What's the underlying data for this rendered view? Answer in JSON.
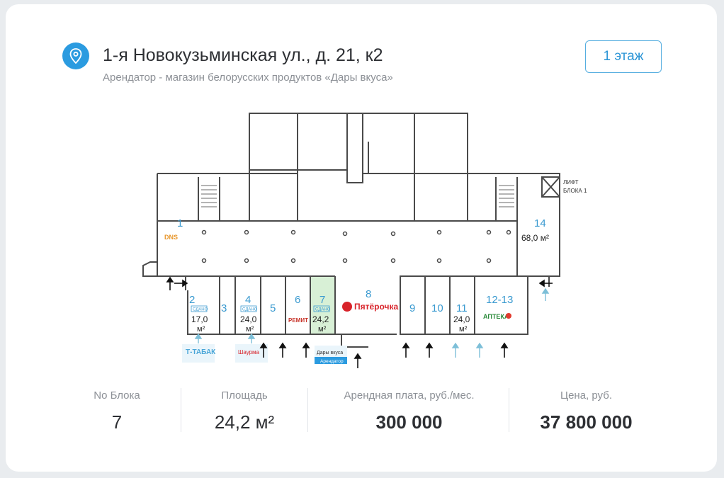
{
  "header": {
    "address": "1-я Новокузьминская ул., д. 21, к2",
    "tenant": "Арендатор - магазин белорусских продуктов «Дары вкуса»",
    "floor_button": "1 этаж"
  },
  "plan": {
    "lift_label_1": "ЛИФТ",
    "lift_label_2": "БЛОКА 1",
    "blocks": [
      {
        "num": "1"
      },
      {
        "num": "2",
        "area": "17,0",
        "unit": "м²",
        "badge": "СДАНО"
      },
      {
        "num": "3"
      },
      {
        "num": "4",
        "area": "24,0",
        "unit": "м²",
        "badge": "СДАНО"
      },
      {
        "num": "5"
      },
      {
        "num": "6"
      },
      {
        "num": "7",
        "area": "24,2",
        "unit": "м²",
        "badge": "СДАНО"
      },
      {
        "num": "8"
      },
      {
        "num": "9"
      },
      {
        "num": "10"
      },
      {
        "num": "11",
        "area": "24,0",
        "unit": "м²"
      },
      {
        "num": "12-13"
      },
      {
        "num": "14",
        "area": "68,0 м²"
      }
    ],
    "brands": {
      "dns": "DNS",
      "pyaterochka": "Пятёрочка",
      "apteka": "АПТЕКА",
      "remit": "РЕМИТ",
      "tabak": "Т-ТАБАК",
      "shaurma": "Шаурма",
      "daryvkusa": "Дары вкуса",
      "tenant_tag": "Арендатор"
    }
  },
  "stats": [
    {
      "label": "No Блока",
      "value": "7"
    },
    {
      "label": "Площадь",
      "value": "24,2 м²"
    },
    {
      "label": "Арендная плата, руб./мес.",
      "value": "300 000"
    },
    {
      "label": "Цена, руб.",
      "value": "37 800 000"
    }
  ],
  "colors": {
    "accent": "#2b9be0",
    "highlight_block": "#d8f0d6",
    "block_number": "#3a9ad0"
  }
}
